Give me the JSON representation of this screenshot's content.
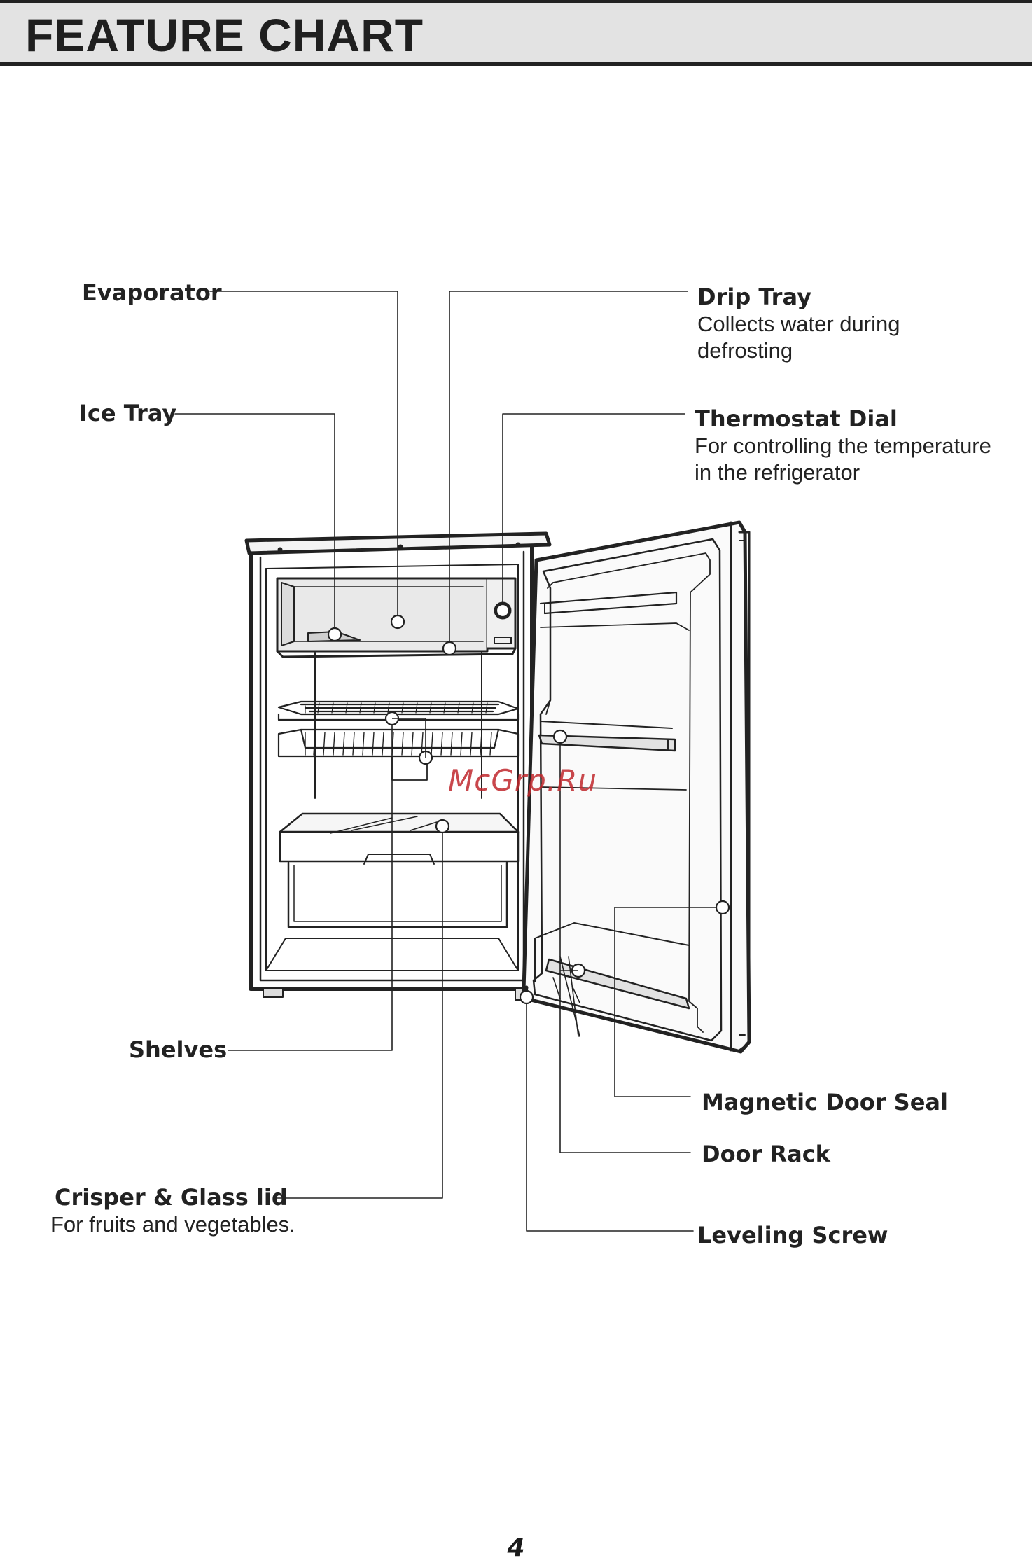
{
  "header": {
    "title": "FEATURE CHART"
  },
  "labels": {
    "evaporator": {
      "name": "Evaporator"
    },
    "ice_tray": {
      "name": "Ice Tray"
    },
    "drip_tray": {
      "name": "Drip Tray",
      "desc_line1": "Collects water during",
      "desc_line2": "defrosting"
    },
    "thermostat_dial": {
      "name": "Thermostat Dial",
      "desc_line1": "For controlling the temperature",
      "desc_line2": "in the refrigerator"
    },
    "shelves": {
      "name": "Shelves"
    },
    "crisper": {
      "name": "Crisper & Glass lid",
      "desc_line1": "For fruits and vegetables."
    },
    "magnetic_door_seal": {
      "name": "Magnetic Door Seal"
    },
    "door_rack": {
      "name": "Door Rack"
    },
    "leveling_screw": {
      "name": "Leveling Screw"
    }
  },
  "watermark": "McGrp.Ru",
  "page_number": "4"
}
